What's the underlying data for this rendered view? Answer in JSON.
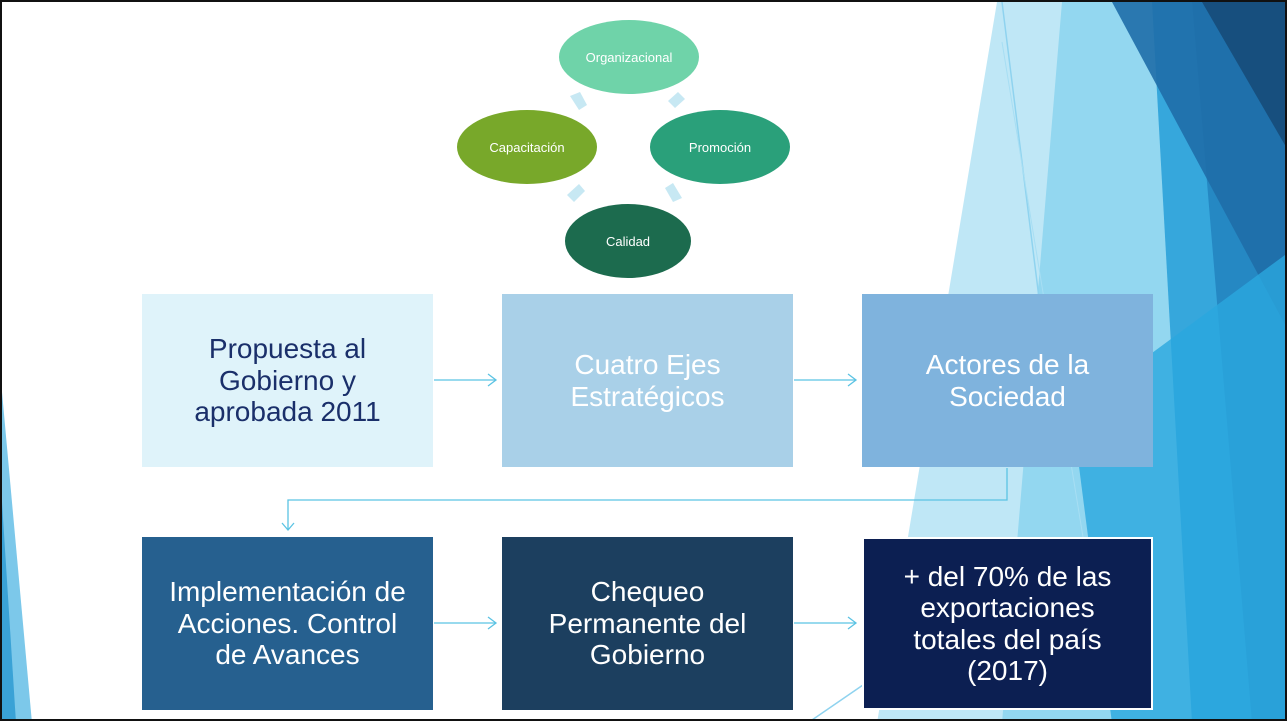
{
  "cycle": {
    "nodes": [
      {
        "label": "Organizacional",
        "color": "#6fd3a9"
      },
      {
        "label": "Promoción",
        "color": "#2aa07a"
      },
      {
        "label": "Calidad",
        "color": "#1c6b4e"
      },
      {
        "label": "Capacitación",
        "color": "#78a82a"
      }
    ],
    "arrow_color": "#c7e8f3"
  },
  "flow": {
    "steps": [
      {
        "label": "Propuesta al Gobierno y aprobada 2011",
        "bg": "#dff3fa",
        "text_color": "#1a2f6a"
      },
      {
        "label": "Cuatro Ejes Estratégicos",
        "bg": "#a9d0e8",
        "text_color": "#ffffff"
      },
      {
        "label": "Actores de la Sociedad",
        "bg": "#7fb3dd",
        "text_color": "#ffffff"
      },
      {
        "label": "Implementación de Acciones. Control de Avances",
        "bg": "#26608f",
        "text_color": "#ffffff"
      },
      {
        "label": "Chequeo Permanente del Gobierno",
        "bg": "#1c3f5f",
        "text_color": "#ffffff"
      },
      {
        "label": "+ del 70% de las exportaciones totales del país (2017)",
        "bg": "#0c1f52",
        "text_color": "#ffffff"
      }
    ],
    "arrow_color": "#5bc3e3"
  },
  "theme": {
    "accent": "#2ba3d8"
  }
}
